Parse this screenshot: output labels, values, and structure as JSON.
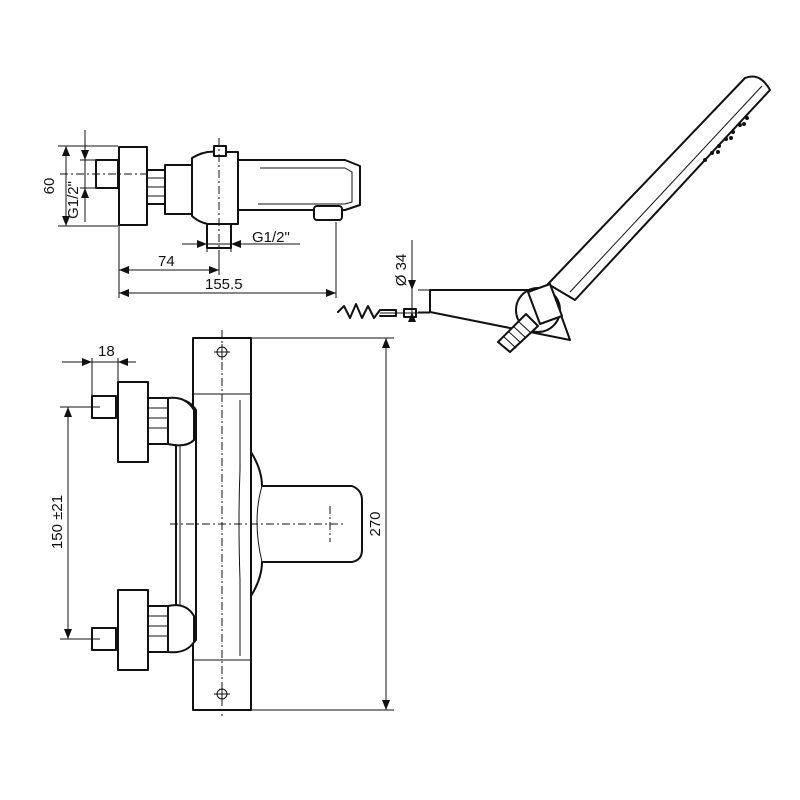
{
  "dimensions": {
    "height_60": "60",
    "thread_left": "G1/2\"",
    "thread_bottom": "G1/2\"",
    "width_74": "74",
    "width_155": "155.5",
    "diameter_34": "Ø 34",
    "width_18": "18",
    "centers_150": "150 ±21",
    "height_270": "270"
  }
}
